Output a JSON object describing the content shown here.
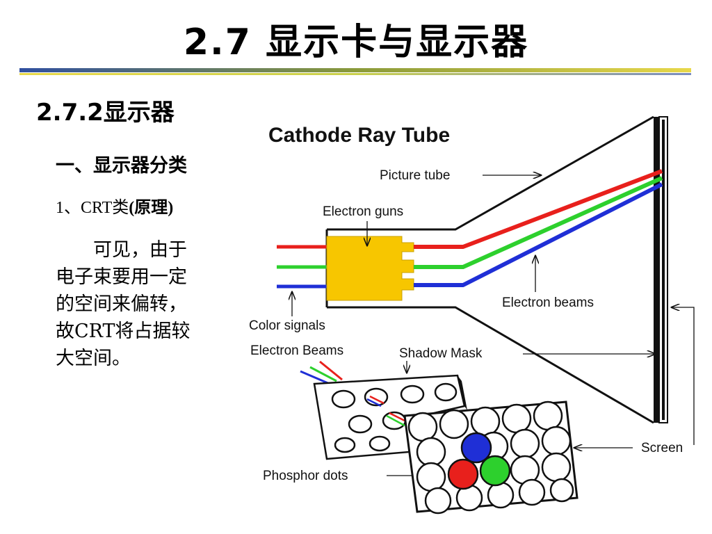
{
  "slide": {
    "title": "2.7      显示卡与显示器",
    "section": "2.7.2显示器",
    "subheading": "一、显示器分类",
    "item_prefix": "1、CRT类",
    "item_bold": "(原理)",
    "paragraph_lines": [
      "　　可见，由于",
      "电子束要用一定",
      "的空间来偏转，",
      "故CRT将占据较",
      "大空间。"
    ]
  },
  "diagram": {
    "title": "Cathode Ray Tube",
    "labels": {
      "picture_tube": "Picture tube",
      "electron_guns": "Electron guns",
      "electron_beams": "Electron beams",
      "color_signals": "Color signals",
      "electron_beams_lower": "Electron Beams",
      "shadow_mask": "Shadow Mask",
      "screen": "Screen",
      "phosphor_dots": "Phosphor dots"
    },
    "colors": {
      "red": "#e8201c",
      "green": "#2dd02d",
      "blue": "#1f2fd6",
      "gun": "#f7c600"
    }
  }
}
